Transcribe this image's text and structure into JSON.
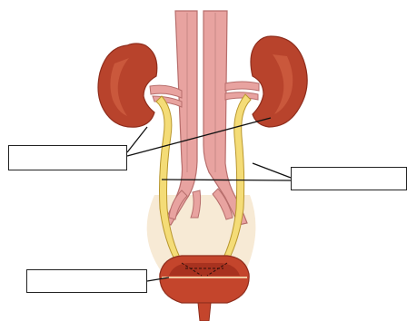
{
  "diagram": {
    "labels": [
      {
        "id": "kidney",
        "text": ""
      },
      {
        "id": "ureter",
        "text": ""
      },
      {
        "id": "bladder",
        "text": ""
      }
    ],
    "colors": {
      "kidney": "#b8432c",
      "kidney_dark": "#8f2d1c",
      "kidney_highlight": "#d86a4a",
      "vessel": "#e8a3a0",
      "vessel_outline": "#b76e6c",
      "ureter": "#f4dc77",
      "ureter_outline": "#b8962d",
      "bladder": "#c4452c",
      "bladder_inner": "#a8321f",
      "pelvic_fill": "#f7ead5",
      "leader_line": "#111111"
    }
  }
}
